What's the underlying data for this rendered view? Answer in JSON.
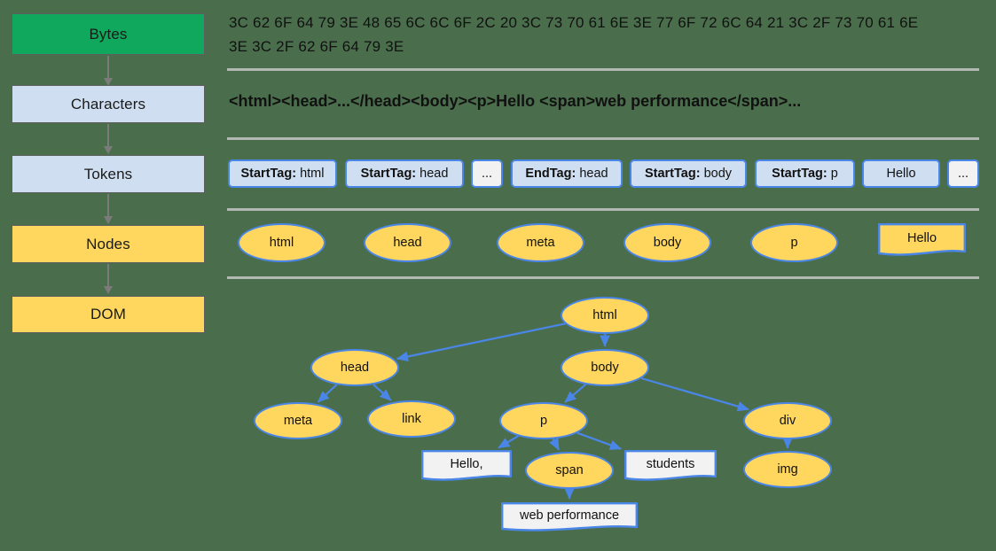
{
  "colors": {
    "background": "#4a6e4c",
    "green": "#10a85c",
    "lightblue": "#cfdff1",
    "yellow": "#ffd75e",
    "node_border": "#4a86e8",
    "arrow": "#7b7b7b",
    "separator": "#b3b8b3",
    "text_node_fill": "#f2f2f2"
  },
  "pipeline": {
    "stages": [
      {
        "label": "Bytes",
        "style": "green"
      },
      {
        "label": "Characters",
        "style": "blue"
      },
      {
        "label": "Tokens",
        "style": "blue"
      },
      {
        "label": "Nodes",
        "style": "yellow"
      },
      {
        "label": "DOM",
        "style": "yellow"
      }
    ]
  },
  "bytes_row": {
    "text": "3C 62 6F 64 79 3E 48 65 6C 6C 6F 2C 20 3C 73 70 61 6E 3E 77 6F 72 6C 64 21 3C 2F 73 70 61 6E 3E 3C 2F 62 6F 64 79 3E"
  },
  "characters_row": {
    "text": "<html><head>...</head><body><p>Hello <span>web performance</span>..."
  },
  "tokens_row": {
    "tokens": [
      {
        "kind": "StartTag:",
        "value": "html",
        "plain": false
      },
      {
        "kind": "StartTag:",
        "value": "head",
        "plain": false
      },
      {
        "kind": "",
        "value": "...",
        "plain": true
      },
      {
        "kind": "EndTag:",
        "value": "head",
        "plain": false
      },
      {
        "kind": "StartTag:",
        "value": "body",
        "plain": false
      },
      {
        "kind": "StartTag:",
        "value": "p",
        "plain": false
      },
      {
        "kind": "",
        "value": "Hello",
        "plain": false
      },
      {
        "kind": "",
        "value": "...",
        "plain": true
      }
    ]
  },
  "nodes_row": {
    "nodes": [
      {
        "label": "html",
        "shape": "ellipse"
      },
      {
        "label": "head",
        "shape": "ellipse"
      },
      {
        "label": "meta",
        "shape": "ellipse"
      },
      {
        "label": "body",
        "shape": "ellipse"
      },
      {
        "label": "p",
        "shape": "ellipse"
      },
      {
        "label": "Hello",
        "shape": "document"
      }
    ]
  },
  "dom_tree": {
    "nodes": [
      {
        "id": "html",
        "label": "html",
        "shape": "ellipse"
      },
      {
        "id": "head",
        "label": "head",
        "shape": "ellipse"
      },
      {
        "id": "body",
        "label": "body",
        "shape": "ellipse"
      },
      {
        "id": "meta",
        "label": "meta",
        "shape": "ellipse"
      },
      {
        "id": "link",
        "label": "link",
        "shape": "ellipse"
      },
      {
        "id": "p",
        "label": "p",
        "shape": "ellipse"
      },
      {
        "id": "div",
        "label": "div",
        "shape": "ellipse"
      },
      {
        "id": "hello",
        "label": "Hello,",
        "shape": "document"
      },
      {
        "id": "span",
        "label": "span",
        "shape": "ellipse"
      },
      {
        "id": "stud",
        "label": "students",
        "shape": "document"
      },
      {
        "id": "img",
        "label": "img",
        "shape": "ellipse"
      },
      {
        "id": "webp",
        "label": "web performance",
        "shape": "document"
      }
    ],
    "edges": [
      {
        "from": "html",
        "to": "head"
      },
      {
        "from": "html",
        "to": "body"
      },
      {
        "from": "head",
        "to": "meta"
      },
      {
        "from": "head",
        "to": "link"
      },
      {
        "from": "body",
        "to": "p"
      },
      {
        "from": "body",
        "to": "div"
      },
      {
        "from": "p",
        "to": "hello"
      },
      {
        "from": "p",
        "to": "span"
      },
      {
        "from": "p",
        "to": "stud"
      },
      {
        "from": "div",
        "to": "img"
      },
      {
        "from": "span",
        "to": "webp"
      }
    ]
  }
}
